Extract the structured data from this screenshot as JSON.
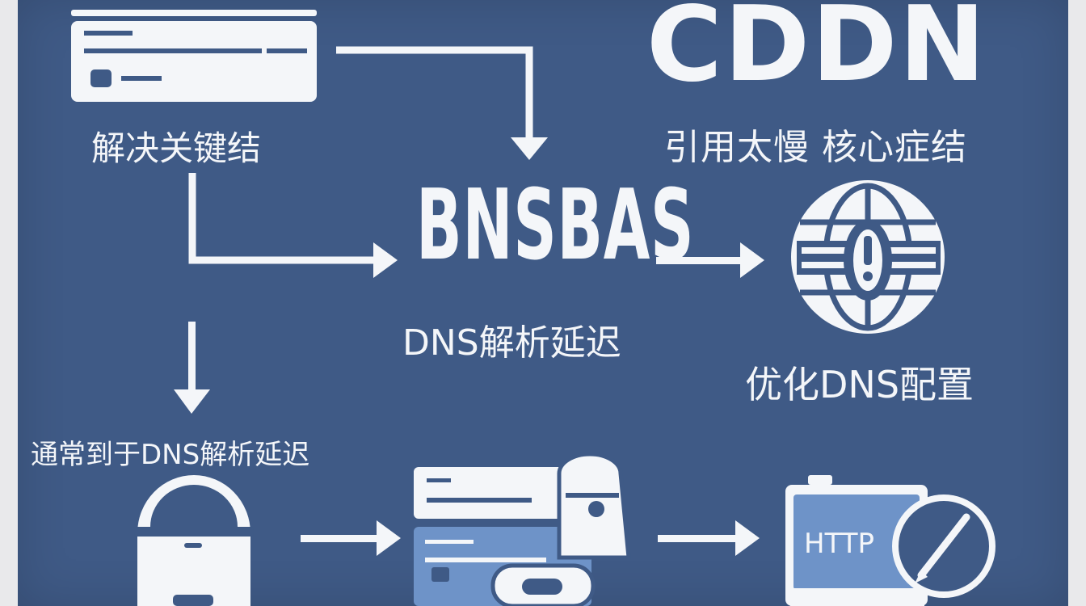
{
  "title": "CDDN",
  "subtitle": "引用太慢   核心症结",
  "labels": {
    "top_left": "解决关键结",
    "center_word": "BNSBAS",
    "center_caption": "DNS解析延迟",
    "right_caption": "优化DNS配置",
    "bottom_left_caption": "通常到于DNS解析延迟",
    "http_label": "HTTP"
  },
  "icons": [
    "server-icon",
    "globe-warning-icon",
    "headset-person-icon",
    "server-stack-icon",
    "http-browser-icon",
    "pen-icon"
  ],
  "colors": {
    "background": "#3f5a86",
    "foreground": "#f4f6f9",
    "accent": "#6e93c8"
  }
}
